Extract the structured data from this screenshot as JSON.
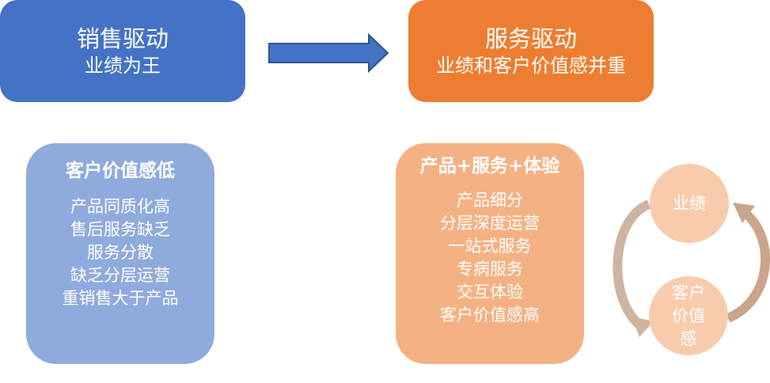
{
  "before": {
    "title": "销售驱动",
    "subtitle": "业绩为王",
    "color": "#4472c4"
  },
  "after": {
    "title": "服务驱动",
    "subtitle": "业绩和客户价值感并重",
    "color": "#ed7d31"
  },
  "before_card": {
    "title": "客户价值感低",
    "items": [
      "产品同质化高",
      "售后服务缺乏",
      "服务分散",
      "缺乏分层运营",
      "重销售大于产品"
    ],
    "color": "#8faadc"
  },
  "after_card": {
    "title": "产品+服务+体验",
    "items": [
      "产品细分",
      "分层深度运营",
      "一站式服务",
      "专病服务",
      "交互体验",
      "客户价值感高"
    ],
    "color": "#f4b183"
  },
  "cycle": {
    "top_label": "业绩",
    "bottom_label": "客户价值感",
    "color": "#f8cbad"
  },
  "icons": {
    "flow_arrow": "right-arrow-icon",
    "cycle_arrows": "circular-arrows-icon"
  }
}
